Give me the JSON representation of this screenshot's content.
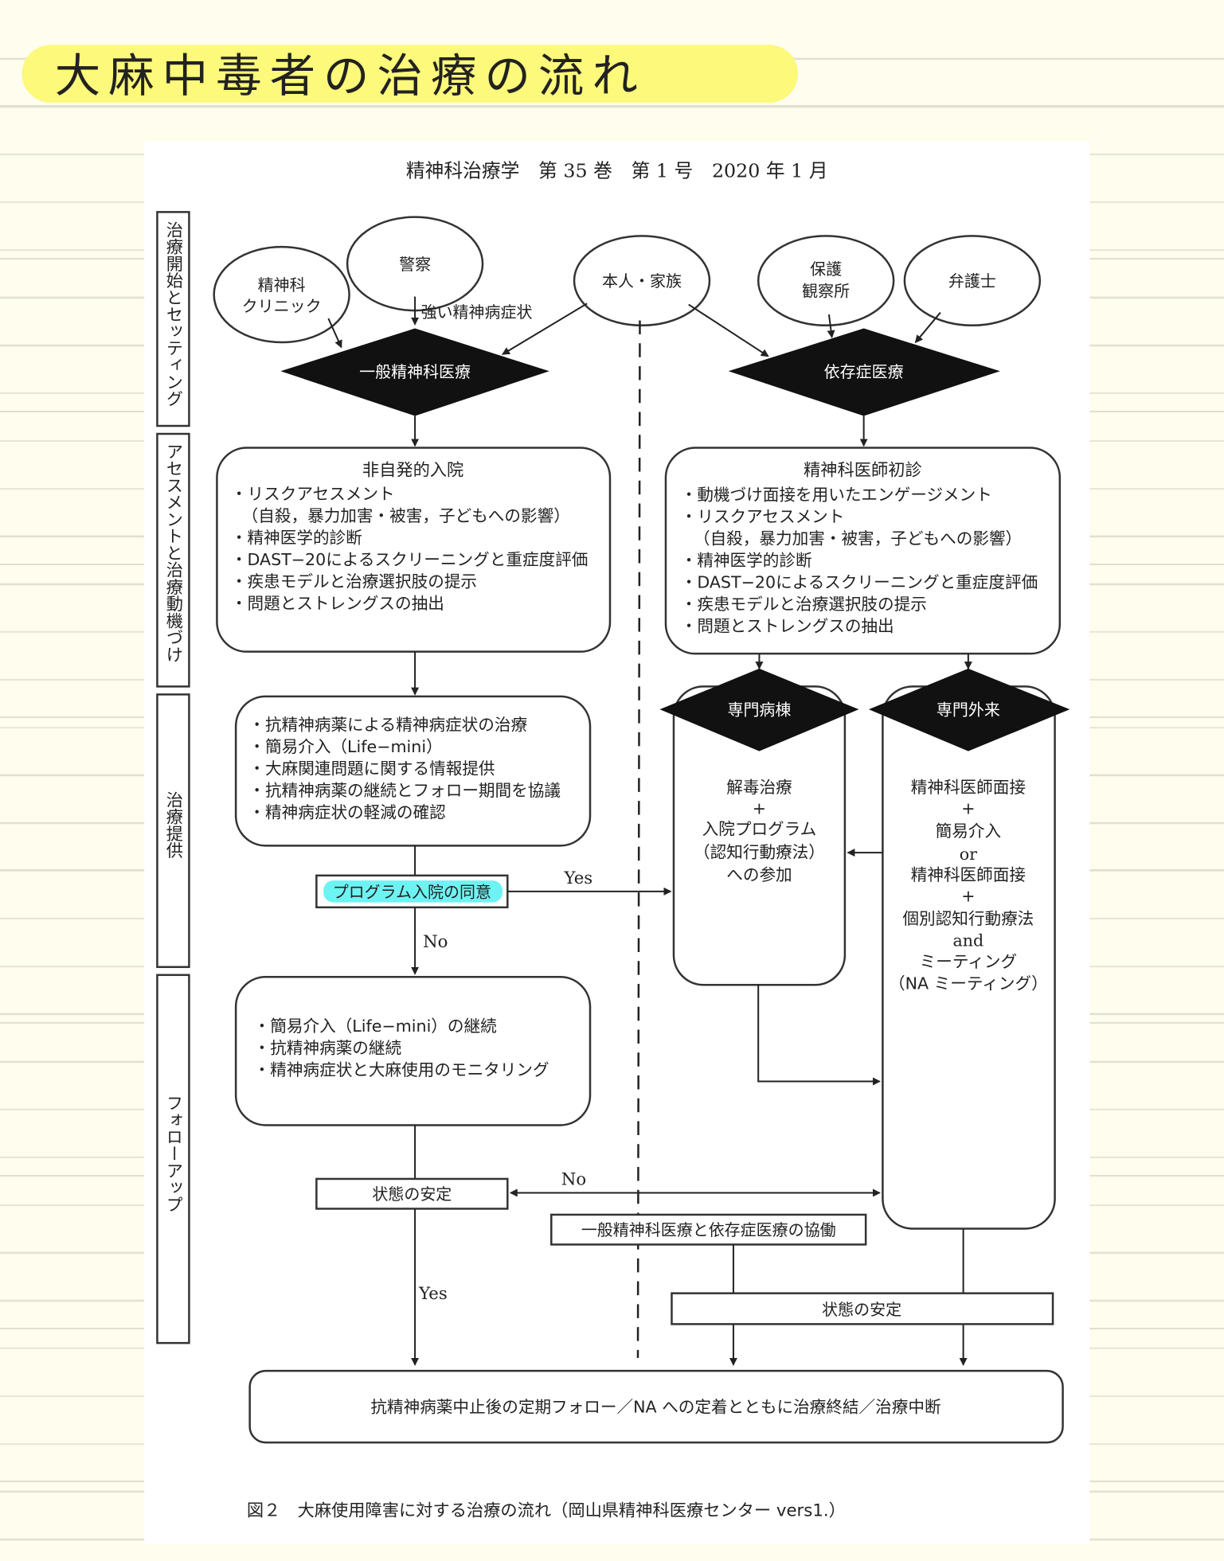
{
  "note_title": "大麻中毒者の治療の流れ",
  "colors": {
    "highlight_yellow": "#fdf97a",
    "highlight_cyan": "#6ef3f3",
    "paper": "#fffdee"
  },
  "journal_header": "精神科治療学　第 35 巻　第 1 号　2020 年 1 月",
  "phases": [
    "治療開始とセッティング",
    "アセスメントと治療動機づけ",
    "治療提供",
    "フォローアップ"
  ],
  "sources": {
    "clinic": [
      "精神科",
      "クリニック"
    ],
    "police": "警察",
    "family": "本人・家族",
    "probation": [
      "保護",
      "観察所"
    ],
    "lawyer": "弁護士"
  },
  "severe_label": "強い精神病症状",
  "general_psych": "一般精神科医療",
  "addiction_med": "依存症医療",
  "involuntary": {
    "title": "非自発的入院",
    "items": [
      "・リスクアセスメント",
      "（自殺，暴力加害・被害，子どもへの影響）",
      "・精神医学的診断",
      "・DAST−20によるスクリーニングと重症度評価",
      "・疾患モデルと治療選択肢の提示",
      "・問題とストレングスの抽出"
    ]
  },
  "first_visit": {
    "title": "精神科医師初診",
    "items": [
      "・動機づけ面接を用いたエンゲージメント",
      "・リスクアセスメント",
      "（自殺，暴力加害・被害，子どもへの影響）",
      "・精神医学的診断",
      "・DAST−20によるスクリーニングと重症度評価",
      "・疾患モデルと治療選択肢の提示",
      "・問題とストレングスの抽出"
    ]
  },
  "ward": {
    "title": "専門病棟",
    "lines": [
      "解毒治療",
      "+",
      "入院プログラム",
      "（認知行動療法）",
      "への参加"
    ]
  },
  "outpatient": {
    "title": "専門外来",
    "lines": [
      "精神科医師面接",
      "+",
      "簡易介入",
      "or",
      "精神科医師面接",
      "+",
      "個別認知行動療法",
      "and",
      "ミーティング",
      "（NA ミーティング）"
    ]
  },
  "treatment": {
    "items": [
      "・抗精神病薬による精神病症状の治療",
      "・簡易介入（Life−mini）",
      "・大麻関連問題に関する情報提供",
      "・抗精神病薬の継続とフォロー期間を協議",
      "・精神病症状の軽減の確認"
    ]
  },
  "consent": "プログラム入院の同意",
  "yes": "Yes",
  "no": "No",
  "followup": {
    "items": [
      "・簡易介入（Life−mini）の継続",
      "・抗精神病薬の継続",
      "・精神病症状と大麻使用のモニタリング"
    ]
  },
  "stable": "状態の安定",
  "collab": "一般精神科医療と依存症医療の協働",
  "final": "抗精神病薬中止後の定期フォロー／NA への定着とともに治療終結／治療中断",
  "caption": "図２　大麻使用障害に対する治療の流れ（岡山県精神科医療センター vers1.）"
}
